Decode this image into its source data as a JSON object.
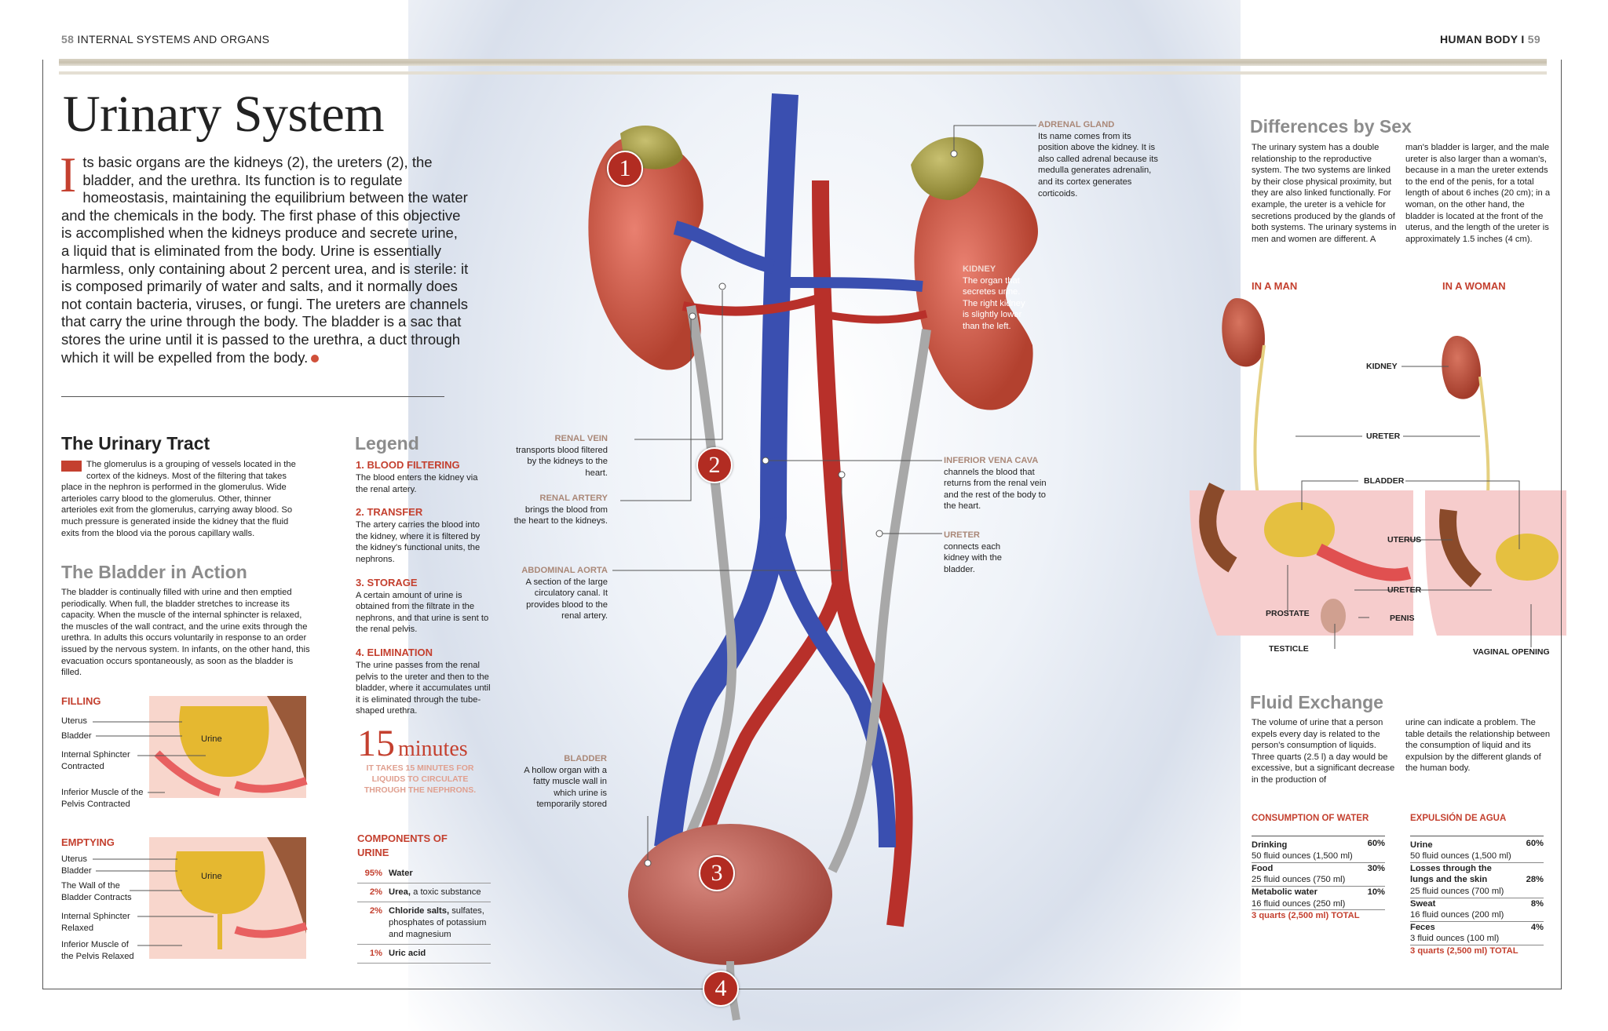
{
  "header": {
    "left_page": "58",
    "left_title": "INTERNAL SYSTEMS AND ORGANS",
    "right_title": "HUMAN BODY I",
    "right_page": "59"
  },
  "title": "Urinary System",
  "intro": {
    "dropcap": "I",
    "text": "ts basic organs are the kidneys (2), the ureters (2), the bladder, and the urethra. Its function is to regulate homeostasis, maintaining the equilibrium between the water and the chemicals in the body. The first phase of this objective is accomplished when the kidneys produce and secrete urine, a liquid that is eliminated from the body. Urine is essentially harmless, only containing about 2 percent urea, and is sterile: it is composed primarily of water and salts, and it normally does not contain bacteria, viruses, or fungi. The ureters are channels that carry the urine through the body. The bladder is a sac that stores the urine until it is passed to the urethra, a duct through which it will be expelled from the body."
  },
  "urinary_tract": {
    "heading": "The Urinary Tract",
    "text": "The glomerulus is a grouping of vessels located in the cortex of the kidneys. Most of the filtering that takes place in the nephron is performed in the glomerulus. Wide arterioles carry blood to the glomerulus. Other, thinner arterioles exit from the glomerulus, carrying away blood. So much pressure is generated inside the kidney that the fluid exits from the blood via the porous capillary walls."
  },
  "bladder_action": {
    "heading": "The Bladder in Action",
    "text": "The bladder is continually filled with urine and then emptied periodically. When full, the bladder stretches to increase its capacity. When the muscle of the internal sphincter is relaxed, the muscles of the wall contract, and the urine exits through the urethra. In adults this occurs voluntarily in response to an order issued by the nervous system. In infants, on the other hand, this evacuation occurs spontaneously, as soon as the bladder is filled.",
    "filling": {
      "heading": "FILLING",
      "labels": [
        "Uterus",
        "Bladder",
        "Internal Sphincter Contracted",
        "Inferior Muscle of the Pelvis Contracted"
      ],
      "urine": "Urine"
    },
    "emptying": {
      "heading": "EMPTYING",
      "labels": [
        "Uterus",
        "Bladder",
        "The Wall of the Bladder Contracts",
        "Internal Sphincter Relaxed",
        "Inferior Muscle of the Pelvis Relaxed"
      ],
      "urine": "Urine"
    }
  },
  "legend": {
    "heading": "Legend",
    "items": [
      {
        "title": "1. BLOOD FILTERING",
        "text": "The blood enters the kidney via the renal artery."
      },
      {
        "title": "2. TRANSFER",
        "text": "The artery carries the blood into the kidney, where it is filtered by the kidney's functional units, the nephrons."
      },
      {
        "title": "3. STORAGE",
        "text": "A certain amount of urine is obtained from the filtrate in the nephrons, and that urine is sent to the renal pelvis."
      },
      {
        "title": "4. ELIMINATION",
        "text": "The urine passes from the renal pelvis to the ureter and then to the bladder, where it accumulates until it is eliminated through the tube-shaped urethra."
      }
    ]
  },
  "minutes": {
    "number": "15",
    "unit": "minutes",
    "note": "IT TAKES 15 MINUTES FOR LIQUIDS TO CIRCULATE THROUGH THE NEPHRONS."
  },
  "components": {
    "heading": "COMPONENTS OF URINE",
    "rows": [
      {
        "pct": "95%",
        "name": "Water",
        "extra": ""
      },
      {
        "pct": "2%",
        "name": "Urea,",
        "extra": "a toxic substance"
      },
      {
        "pct": "2%",
        "name": "Chloride salts,",
        "extra": "sulfates, phosphates of potassium and magnesium"
      },
      {
        "pct": "1%",
        "name": "Uric acid",
        "extra": ""
      }
    ]
  },
  "anatomy_labels": {
    "adrenal": {
      "title": "ADRENAL GLAND",
      "text": "Its name comes from its position above the kidney. It is also called adrenal because its medulla generates adrenalin, and its cortex generates corticoids."
    },
    "kidney": {
      "title": "KIDNEY",
      "text": "The organ that secretes urine. The right kidney is slightly lower than the left."
    },
    "renal_vein": {
      "title": "RENAL VEIN",
      "text": "transports blood filtered by the kidneys to the heart."
    },
    "renal_artery": {
      "title": "RENAL ARTERY",
      "text": "brings the blood from the heart to the kidneys."
    },
    "aorta": {
      "title": "ABDOMINAL AORTA",
      "text": "A section of the large circulatory canal. It provides blood to the renal artery."
    },
    "vena_cava": {
      "title": "INFERIOR VENA CAVA",
      "text": "channels the blood that returns from the renal vein and the rest of the body to the heart."
    },
    "ureter": {
      "title": "URETER",
      "text": "connects each kidney with the bladder."
    },
    "bladder": {
      "title": "BLADDER",
      "text": "A hollow organ with a fatty muscle wall in which urine is temporarily stored"
    }
  },
  "numbers": [
    "1",
    "2",
    "3",
    "4"
  ],
  "sex": {
    "heading": "Differences by Sex",
    "col1": "The urinary system has a double relationship to the reproductive system. The two systems are linked by their close physical proximity, but they are also linked functionally. For example, the ureter is a vehicle for secretions produced by the glands of both systems. The urinary systems in men and women are different. A",
    "col2": "man's bladder is larger, and the male ureter is also larger than a woman's, because in a man the ureter extends to the end of the penis, for a total length of about 6 inches (20 cm); in a woman, on the other hand, the bladder is located at the front of the uterus, and the length of the ureter is approximately 1.5 inches (4 cm).",
    "man": "IN A MAN",
    "woman": "IN A WOMAN",
    "labels": {
      "kidney": "KIDNEY",
      "ureter": "URETER",
      "bladder": "BLADDER",
      "uterus": "UTERUS",
      "ureter2": "URETER",
      "prostate": "PROSTATE",
      "penis": "PENIS",
      "testicle": "TESTICLE",
      "vaginal": "VAGINAL OPENING"
    }
  },
  "fluid": {
    "heading": "Fluid Exchange",
    "col1": "The volume of urine that a person expels every day is related to the person's consumption of liquids. Three quarts (2.5 l) a day would be excessive, but a significant decrease in the production of",
    "col2": "urine can indicate a problem. The table details the relationship between the consumption of liquid and its expulsion by the different glands of the human body.",
    "consumption": {
      "heading": "CONSUMPTION OF WATER",
      "rows": [
        {
          "name": "Drinking",
          "pct": "60%",
          "vol": "50 fluid ounces (1,500 ml)"
        },
        {
          "name": "Food",
          "pct": "30%",
          "vol": "25 fluid ounces (750 ml)"
        },
        {
          "name": "Metabolic water",
          "pct": "10%",
          "vol": "16 fluid ounces (250 ml)"
        }
      ],
      "total": "3 quarts (2,500 ml) TOTAL"
    },
    "expulsion": {
      "heading": "EXPULSIÓN DE AGUA",
      "rows": [
        {
          "name": "Urine",
          "pct": "60%",
          "vol": "50 fluid ounces (1,500 ml)"
        },
        {
          "name": "Losses through the lungs and the skin",
          "pct": "28%",
          "vol": "25 fluid ounces (700 ml)"
        },
        {
          "name": "Sweat",
          "pct": "8%",
          "vol": "16 fluid ounces (200 ml)"
        },
        {
          "name": "Feces",
          "pct": "4%",
          "vol": "3 fluid ounces (100 ml)"
        }
      ],
      "total": "3 quarts (2,500 ml) TOTAL"
    }
  },
  "colors": {
    "accent": "#c4402f",
    "kidney": "#c8503e",
    "vein": "#3a4fb0",
    "artery": "#b8302a",
    "ureter": "#9a9a9a",
    "adrenal": "#a8a040"
  }
}
